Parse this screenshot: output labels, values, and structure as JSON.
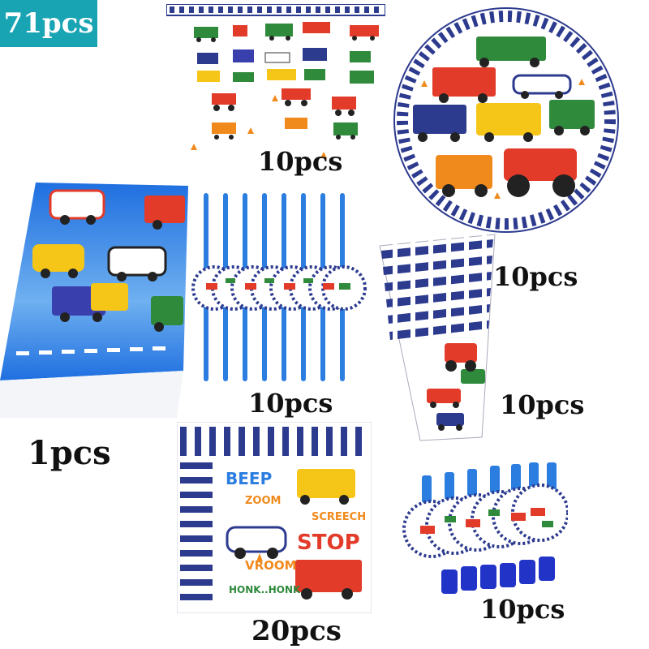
{
  "badge": {
    "text": "71pcs",
    "color": "#19a4b4"
  },
  "items": [
    {
      "name": "banner",
      "qty": "10pcs"
    },
    {
      "name": "plate",
      "qty": ""
    },
    {
      "name": "tablecloth",
      "qty": "1pcs"
    },
    {
      "name": "straws",
      "qty": "10pcs"
    },
    {
      "name": "cups",
      "qty_top": "10pcs",
      "qty_bottom": "10pcs"
    },
    {
      "name": "napkins",
      "qty": "20pcs"
    },
    {
      "name": "blowouts",
      "qty": "10pcs"
    }
  ],
  "napkin_words": {
    "beep": "BEEP",
    "zoom": "ZOOM",
    "screech": "SCREECH",
    "stop": "STOP",
    "vroom": "VROOM",
    "honk": "HONK..HONK"
  },
  "colors": {
    "navy": "#2d3b8f",
    "blue": "#2b7de0",
    "red": "#e23b2a",
    "yellow": "#f5c518",
    "green": "#2f8a3c",
    "orange": "#f08a1c"
  }
}
